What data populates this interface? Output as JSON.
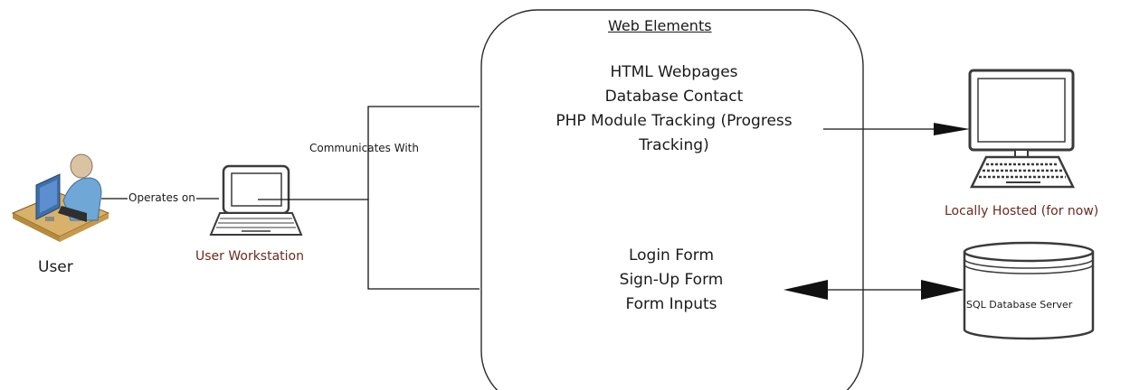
{
  "actors": {
    "user": {
      "label": "User",
      "icon": "user-at-desk-icon"
    },
    "workstation": {
      "label": "User Workstation",
      "icon": "laptop-icon"
    }
  },
  "connectors": {
    "operates_on": "Operates on",
    "communicates_with": "Communicates With"
  },
  "web_elements": {
    "title": "Web Elements",
    "group1": [
      "HTML Webpages",
      "Database Contact",
      "PHP Module Tracking (Progress",
      "Tracking)"
    ],
    "group2": [
      "Login Form",
      "Sign-Up Form",
      "Form Inputs"
    ]
  },
  "targets": {
    "local": {
      "label": "Locally Hosted (for now)",
      "icon": "desktop-computer-icon"
    },
    "database": {
      "label": "SQL Database Server",
      "icon": "database-cylinder-icon"
    }
  },
  "colors": {
    "line": "#111111",
    "icon_outline": "#3a3a3a",
    "label_accent": "#6b2a1e",
    "person_skin": "#d9c3a3",
    "person_shirt": "#6fa7d6",
    "desk": "#d8b26a"
  }
}
